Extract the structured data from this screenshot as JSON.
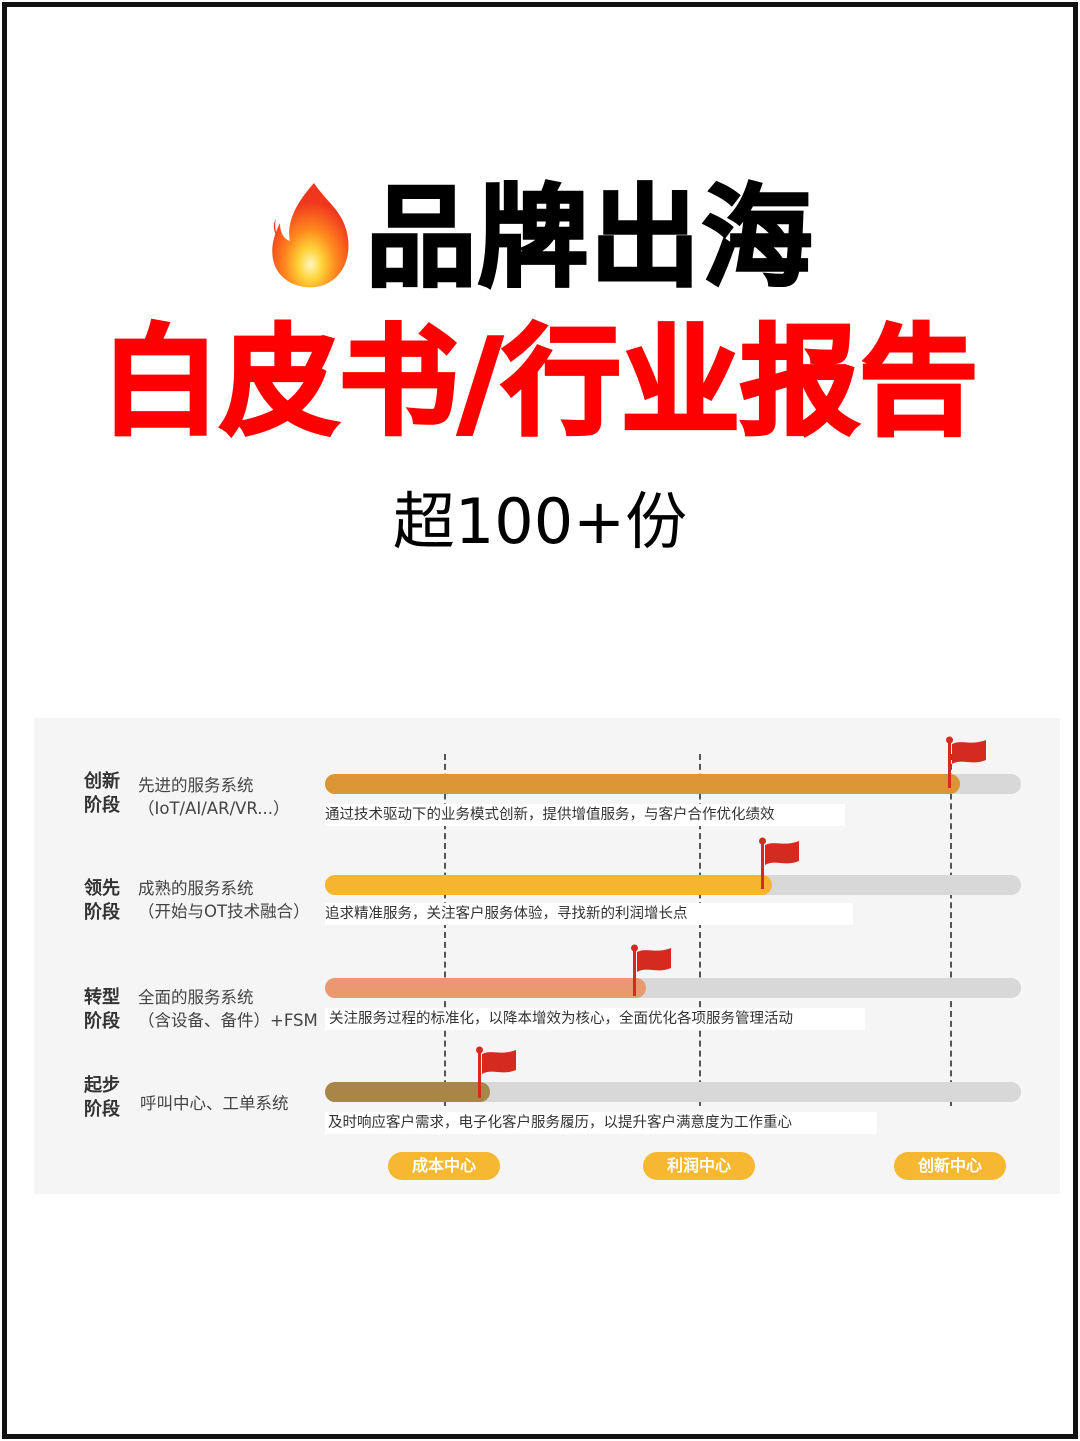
{
  "header": {
    "icon": "fire-icon",
    "title": "品牌出海",
    "subtitle": "白皮书/行业报告",
    "count": "超100+份"
  },
  "chart_data": {
    "type": "bar",
    "title": "",
    "orientation": "horizontal",
    "categories": [
      "创新阶段",
      "领先阶段",
      "转型阶段",
      "起步阶段"
    ],
    "values": [
      90,
      64,
      46,
      24
    ],
    "unit": "% of track length (estimated)",
    "milestones": [
      "成本中心",
      "利润中心",
      "创新中心"
    ],
    "milestone_positions": [
      17,
      54,
      90
    ],
    "colors": [
      "#dc9534",
      "#f7b52f",
      "#ea9870",
      "#a8864a"
    ],
    "track_color": "#d8d8d8",
    "flag_color": "#d42a20"
  },
  "stages": [
    {
      "name_line1": "创新",
      "name_line2": "阶段",
      "desc_line1": "先进的服务系统",
      "desc_line2": "（IoT/AI/AR/VR...）",
      "note": "通过技术驱动下的业务模式创新，提供增值服务，与客户合作优化绩效",
      "color": "#dc9534",
      "progress": 90
    },
    {
      "name_line1": "领先",
      "name_line2": "阶段",
      "desc_line1": "成熟的服务系统",
      "desc_line2": "（开始与OT技术融合）",
      "note": "追求精准服务，关注客户服务体验，寻找新的利润增长点",
      "color": "#f7b52f",
      "progress": 64
    },
    {
      "name_line1": "转型",
      "name_line2": "阶段",
      "desc_line1": "全面的服务系统",
      "desc_line2": "（含设备、备件）+FSM",
      "note": "关注服务过程的标准化，以降本增效为核心，全面优化各项服务管理活动",
      "color": "#ea9870",
      "progress": 46
    },
    {
      "name_line1": "起步",
      "name_line2": "阶段",
      "desc_line1": "呼叫中心、工单系统",
      "desc_line2": "",
      "note": "及时响应客户需求，电子化客户服务履历，以提升客户满意度为工作重心",
      "color": "#a8864a",
      "progress": 24
    }
  ],
  "milestones": [
    {
      "label": "成本中心"
    },
    {
      "label": "利润中心"
    },
    {
      "label": "创新中心"
    }
  ]
}
